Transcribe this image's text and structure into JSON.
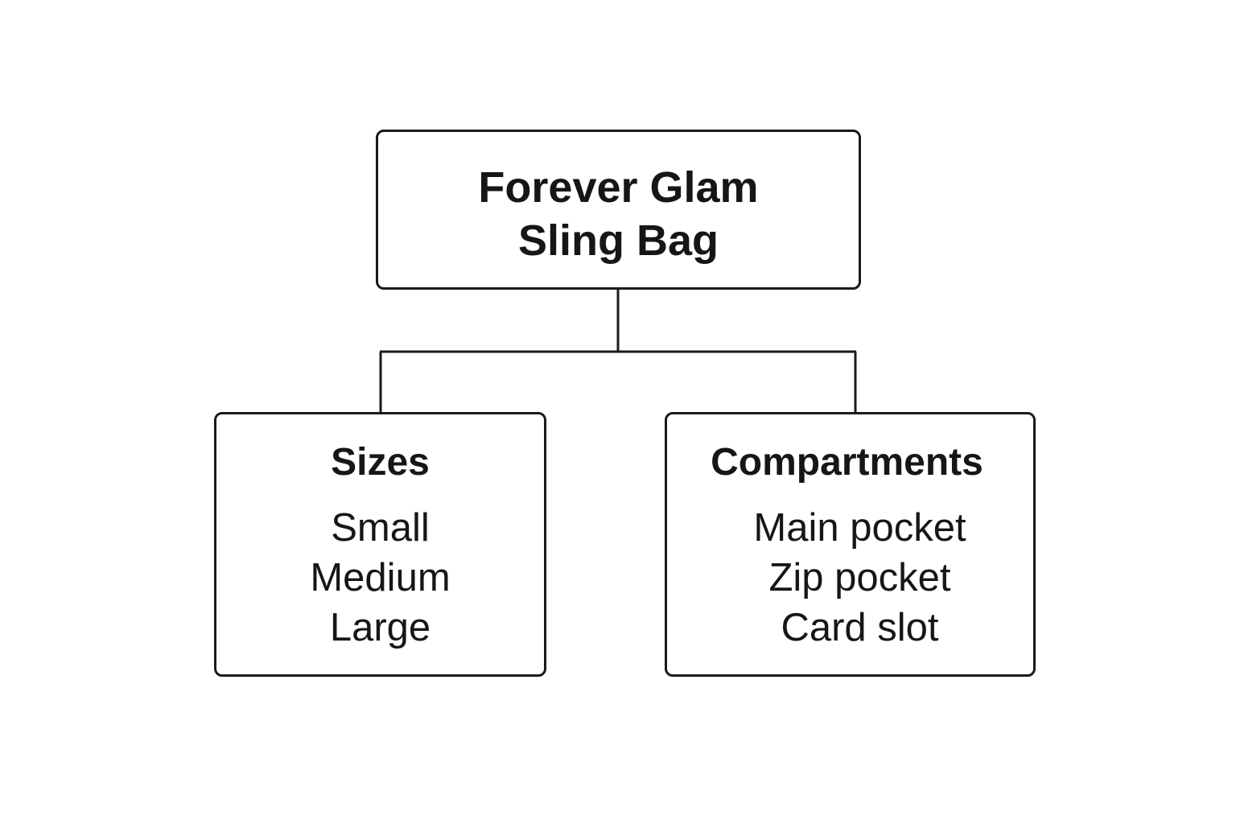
{
  "root": {
    "title_lines": [
      "Forever Glam",
      "Sling Bag"
    ]
  },
  "branches": [
    {
      "heading": "Sizes",
      "items": [
        "Small",
        "Medium",
        "Large"
      ]
    },
    {
      "heading": "Compartments",
      "items": [
        "Main pocket",
        "Zip pocket",
        "Card slot"
      ]
    }
  ],
  "colors": {
    "line": "#1a1a1a",
    "text": "#161616",
    "background": "#ffffff"
  }
}
